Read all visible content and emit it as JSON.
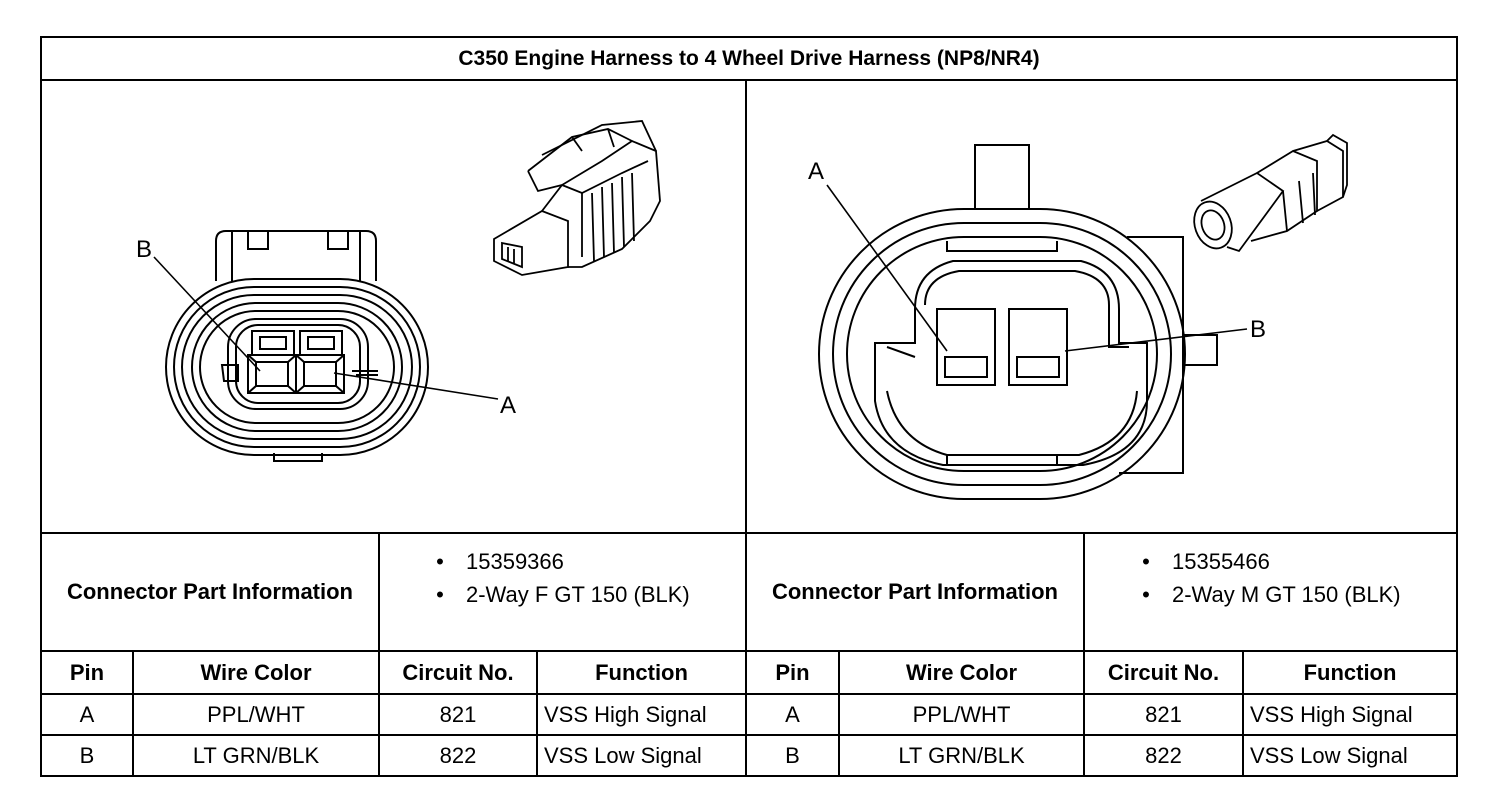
{
  "title": "C350 Engine Harness to 4 Wheel Drive Harness (NP8/NR4)",
  "left": {
    "callouts": {
      "a": "A",
      "b": "B"
    },
    "part_label": "Connector Part Information",
    "part_info": [
      "15359366",
      "2-Way F GT 150 (BLK)"
    ],
    "columns": [
      "Pin",
      "Wire Color",
      "Circuit No.",
      "Function"
    ],
    "rows": [
      {
        "pin": "A",
        "wire_color": "PPL/WHT",
        "circuit": "821",
        "function": "VSS High Signal"
      },
      {
        "pin": "B",
        "wire_color": "LT GRN/BLK",
        "circuit": "822",
        "function": "VSS Low Signal"
      }
    ]
  },
  "right": {
    "callouts": {
      "a": "A",
      "b": "B"
    },
    "part_label": "Connector Part Information",
    "part_info": [
      "15355466",
      "2-Way M GT 150 (BLK)"
    ],
    "columns": [
      "Pin",
      "Wire Color",
      "Circuit No.",
      "Function"
    ],
    "rows": [
      {
        "pin": "A",
        "wire_color": "PPL/WHT",
        "circuit": "821",
        "function": "VSS High Signal"
      },
      {
        "pin": "B",
        "wire_color": "LT GRN/BLK",
        "circuit": "822",
        "function": "VSS Low Signal"
      }
    ]
  },
  "bullet_glyph": "•"
}
